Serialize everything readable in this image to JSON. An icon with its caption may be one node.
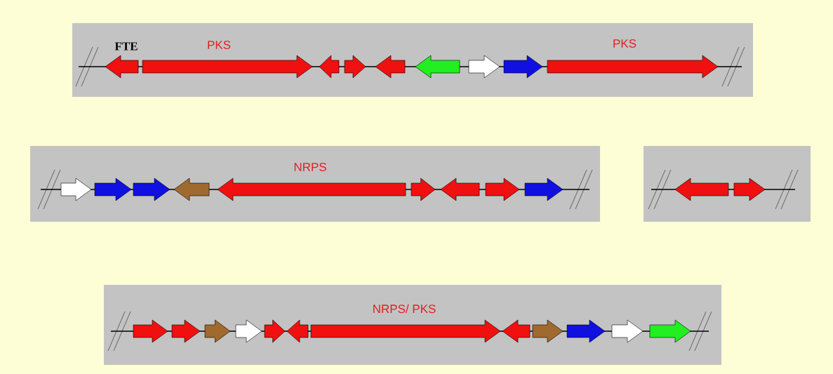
{
  "diagram": {
    "nodes": [
      {
        "text": [],
        "shape": "box"
      },
      {
        "text": [],
        "shape": "bar",
        "in": 0
      },
      {
        "text": [
          "FTE"
        ],
        "in": 0
      },
      {
        "text": [
          "PKS"
        ],
        "in": 0
      },
      {
        "text": [],
        "shape": "arrow",
        "in": 0
      },
      {
        "text": [],
        "shape": "arrow",
        "in": 0
      },
      {
        "text": [],
        "shape": "arrow",
        "in": 0
      },
      {
        "text": [],
        "shape": "arrow",
        "in": 0
      },
      {
        "text": [],
        "shape": "arrow",
        "in": 0
      },
      {
        "text": [],
        "shape": "arrow",
        "in": 0
      },
      {
        "text": [
          "PKS"
        ],
        "in": 0
      },
      {
        "text": [],
        "shape": "box"
      },
      {
        "text": [],
        "shape": "bar",
        "in": 11
      },
      {
        "text": [],
        "shape": "arrow",
        "in": 11
      },
      {
        "text": [],
        "shape": "arrow",
        "in": 11
      },
      {
        "text": [],
        "shape": "arrow",
        "in": 11
      },
      {
        "text": [],
        "shape": "arrow",
        "in": 11
      },
      {
        "text": [
          "NRPS"
        ],
        "in": 11
      },
      {
        "text": [],
        "shape": "arrow",
        "in": 11
      },
      {
        "text": [],
        "shape": "arrow",
        "in": 11
      },
      {
        "text": [],
        "shape": "arrow",
        "in": 11
      },
      {
        "text": [],
        "shape": "arrow",
        "in": 11
      },
      {
        "text": [],
        "shape": "box"
      },
      {
        "text": [],
        "shape": "bar",
        "in": 22
      },
      {
        "text": [],
        "shape": "arrow",
        "in": 22
      },
      {
        "text": [],
        "shape": "arrow",
        "in": 22
      },
      {
        "text": [],
        "shape": "box"
      },
      {
        "text": [],
        "shape": "bar",
        "in": 26
      },
      {
        "text": [],
        "shape": "arrow",
        "in": 26
      },
      {
        "text": [],
        "shape": "arrow",
        "in": 26
      },
      {
        "text": [],
        "shape": "arrow",
        "in": 26
      },
      {
        "text": [],
        "shape": "arrow",
        "in": 26
      },
      {
        "text": [],
        "shape": "arrow",
        "in": 26
      },
      {
        "text": [],
        "shape": "arrow",
        "in": 26
      },
      {
        "text": [
          "NRPS/ PKS"
        ],
        "in": 26
      },
      {
        "text": [],
        "shape": "arrow",
        "in": 26
      },
      {
        "text": [],
        "shape": "arrow",
        "in": 26
      },
      {
        "text": [],
        "shape": "arrow",
        "in": 26
      },
      {
        "text": [],
        "shape": "arrow",
        "in": 26
      },
      {
        "text": [],
        "shape": "arrow",
        "in": 26
      }
    ],
    "edges": []
  }
}
